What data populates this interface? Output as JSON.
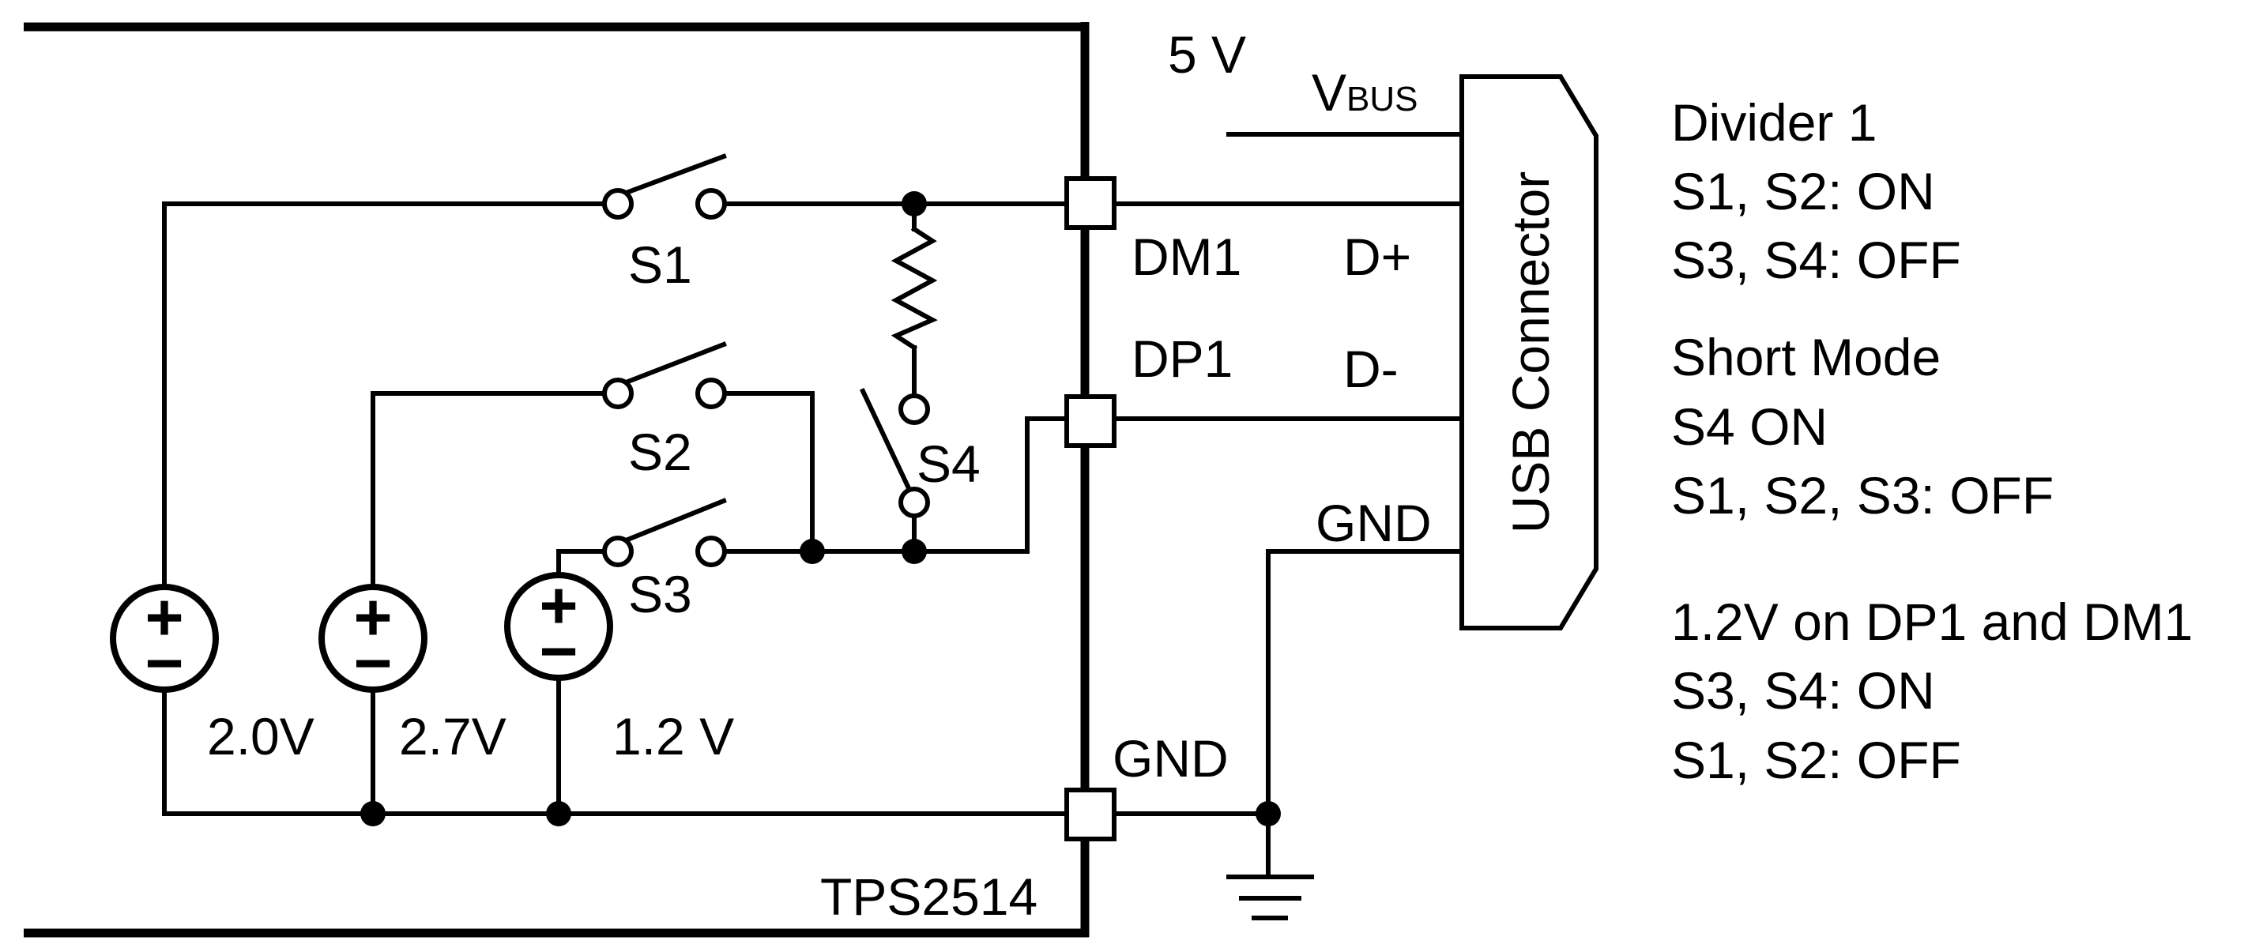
{
  "chip": {
    "name": "TPS2514"
  },
  "supply": {
    "label": "5 V",
    "vbus_main": "V",
    "vbus_sub": "BUS"
  },
  "pins": {
    "dm1": "DM1",
    "dp1": "DP1",
    "gnd": "GND"
  },
  "connector": {
    "title": "USB Connector",
    "d_plus": "D+",
    "d_minus": "D-",
    "gnd": "GND"
  },
  "switches": {
    "s1": "S1",
    "s2": "S2",
    "s3": "S3",
    "s4": "S4"
  },
  "sources": {
    "v1": "2.0V",
    "v2": "2.7V",
    "v3": "1.2 V"
  },
  "source_symbol": {
    "plus": "+",
    "minus": "−"
  },
  "notes": {
    "divider": {
      "title": "Divider 1",
      "line1": "S1, S2: ON",
      "line2": "S3, S4: OFF"
    },
    "short": {
      "title": "Short Mode",
      "line1": "S4 ON",
      "line2": "S1, S2, S3: OFF"
    },
    "v12": {
      "title": "1.2V on DP1 and DM1",
      "line1": "S3, S4: ON",
      "line2": "S1, S2: OFF"
    }
  }
}
